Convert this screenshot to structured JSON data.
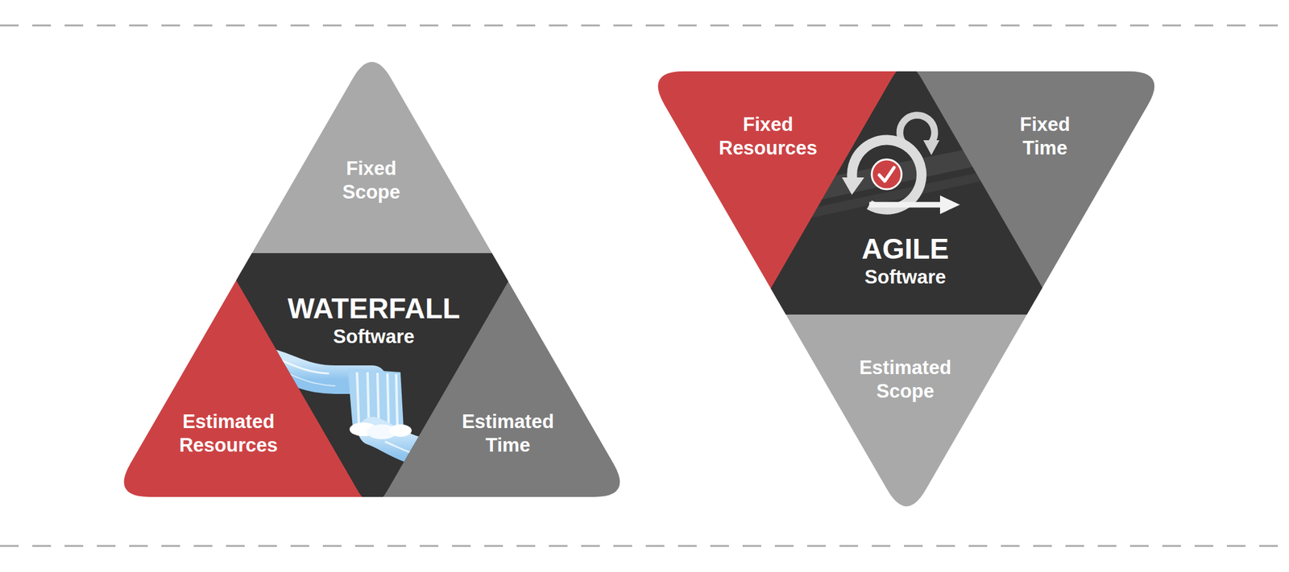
{
  "diagram": {
    "nodes": [
      {
        "text": [
          "Fixed Scope"
        ]
      },
      {
        "text": [
          "WATERFALL",
          "Software"
        ]
      },
      {
        "text": [
          "Estimated Resources"
        ]
      },
      {
        "text": [
          "Estimated Time"
        ]
      },
      {
        "text": [
          "Fixed Resources"
        ]
      },
      {
        "text": [
          "Fixed Time"
        ]
      },
      {
        "text": [
          "AGILE",
          "Software"
        ]
      },
      {
        "text": [
          "Estimated Scope"
        ]
      }
    ]
  }
}
